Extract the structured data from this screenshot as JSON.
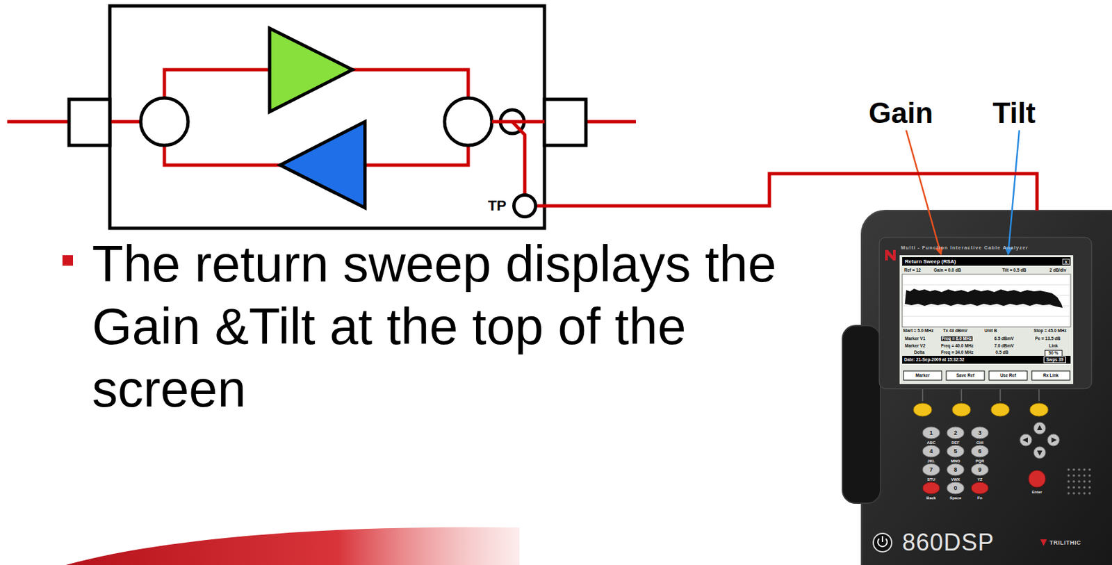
{
  "diagram": {
    "nodes": [
      {
        "text": [
          "TP"
        ]
      },
      {
        "text": [
          "Multi - Function Interactive Cable Analyzer",
          "860DSP",
          "TRILITHIC"
        ]
      }
    ],
    "edges": [
      {
        "from": 0,
        "to": 1,
        "arrow": "none"
      }
    ],
    "labels": [
      "Gain",
      "Tilt",
      "The return sweep displays the Gain &Tilt at the top of the screen",
      "Return Sweep (RSA)",
      "X",
      "Ref = 12",
      "Gain = 0.0 dB",
      "Tilt = 0.5 dB",
      "2 dB/div",
      "Start = 5.0 MHz",
      "Tx 43 dBmV",
      "Unit B",
      "Stop = 45.0 MHz",
      "Marker V1",
      "Freq = 6.0 MHz",
      "6.5 dBmV",
      "Pe = 13.5 dB",
      "Marker V2",
      "Freq = 40.0 MHz",
      "7.0 dBmV",
      "Link",
      "Delta",
      "Freq = 34.0 MHz",
      "0.5 dB",
      "50 %",
      "Date: 21-Sep-2009 at 15:32:52",
      "Swps 39",
      "Marker",
      "Save Ref",
      "Use Ref",
      "Rx Link",
      "1",
      "ABC",
      "2",
      "DEF",
      "3",
      "GHI",
      "4",
      "JKL",
      "5",
      "MNO",
      "6",
      "PQR",
      "7",
      "STU",
      "8",
      "VWX",
      "9",
      "YZ",
      "Back",
      "0",
      "Space",
      "Fn",
      "Enter"
    ]
  }
}
